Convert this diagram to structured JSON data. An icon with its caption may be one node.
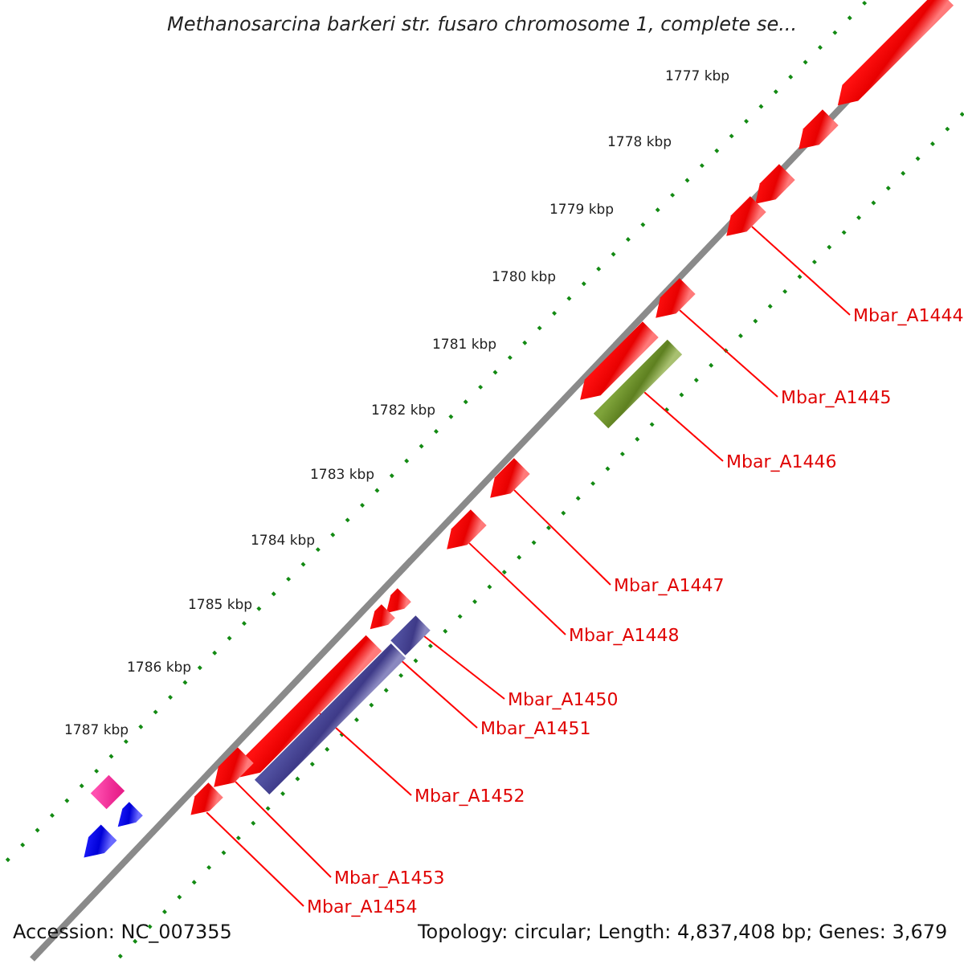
{
  "diagram": {
    "title": "Methanosarcina barkeri str. fusaro chromosome 1, complete se...",
    "nodes": [
      {
        "text": [],
        "shape": "bar"
      },
      {
        "text": [],
        "shape": "bar"
      },
      {
        "text": [],
        "shape": "bar"
      },
      {
        "text": [],
        "shape": "bar"
      },
      {
        "text": [],
        "shape": "bar"
      },
      {
        "text": [],
        "shape": "bar"
      },
      {
        "text": [],
        "shape": "bar"
      },
      {
        "text": [],
        "shape": "bar"
      },
      {
        "text": [],
        "shape": "bar"
      },
      {
        "text": [],
        "shape": "bar"
      },
      {
        "text": [],
        "shape": "bar"
      },
      {
        "text": [],
        "shape": "bar"
      },
      {
        "text": [],
        "shape": "bar"
      },
      {
        "text": [],
        "shape": "bar"
      },
      {
        "text": [],
        "shape": "bar"
      },
      {
        "text": [],
        "shape": "bar"
      },
      {
        "text": [],
        "shape": "bar"
      },
      {
        "text": [],
        "shape": "bar"
      },
      {
        "text": [],
        "shape": "bar"
      },
      {
        "text": [
          "Mbar_A1444"
        ]
      },
      {
        "text": [
          "Mbar_A1445"
        ]
      },
      {
        "text": [
          "Mbar_A1446"
        ]
      },
      {
        "text": [
          "Mbar_A1447"
        ]
      },
      {
        "text": [
          "Mbar_A1448"
        ]
      },
      {
        "text": [
          "Mbar_A1450"
        ]
      },
      {
        "text": [
          "Mbar_A1451"
        ]
      },
      {
        "text": [
          "Mbar_A1452"
        ]
      },
      {
        "text": [
          "Mbar_A1453"
        ]
      },
      {
        "text": [
          "Mbar_A1454"
        ]
      }
    ],
    "edges": [
      {
        "from": 19,
        "to": 3,
        "arrow": "none"
      },
      {
        "from": 20,
        "to": 4,
        "arrow": "none"
      },
      {
        "from": 21,
        "to": 6,
        "arrow": "none"
      },
      {
        "from": 22,
        "to": 7,
        "arrow": "none"
      },
      {
        "from": 23,
        "to": 8,
        "arrow": "none"
      },
      {
        "from": 24,
        "to": 11,
        "arrow": "none"
      },
      {
        "from": 25,
        "to": 13,
        "arrow": "none"
      },
      {
        "from": 26,
        "to": 12,
        "arrow": "none"
      },
      {
        "from": 27,
        "to": 14,
        "arrow": "none"
      },
      {
        "from": 28,
        "to": 15,
        "arrow": "none"
      }
    ],
    "labels": [
      "1777 kbp",
      "1778 kbp",
      "1779 kbp",
      "1780 kbp",
      "1781 kbp",
      "1782 kbp",
      "1783 kbp",
      "1784 kbp",
      "1785 kbp",
      "1786 kbp",
      "1787 kbp",
      "Accession: NC_007355",
      "Topology: circular; Length: 4,837,408 bp; Genes: 3,679"
    ]
  }
}
